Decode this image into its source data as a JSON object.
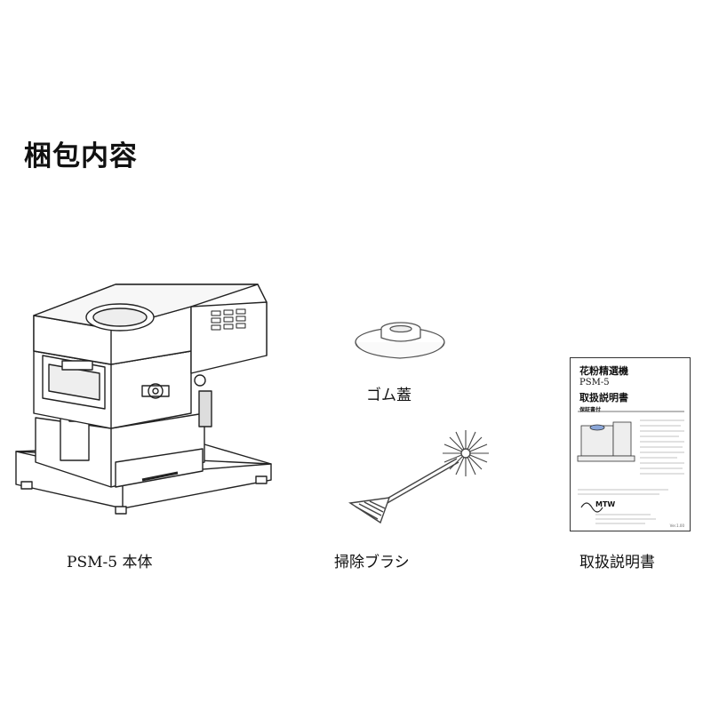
{
  "heading": "梱包内容",
  "items": [
    {
      "label": "PSM-5  本体"
    },
    {
      "label": "ゴム蓋"
    },
    {
      "label": "掃除ブラシ"
    },
    {
      "label": "取扱説明書"
    }
  ],
  "manual_cover": {
    "line1": "花粉精選機",
    "line2": "PSM-5",
    "line3": "取扱説明書",
    "line4": "保証書付",
    "logo": "MTW",
    "footer": "Ver.1.00"
  }
}
